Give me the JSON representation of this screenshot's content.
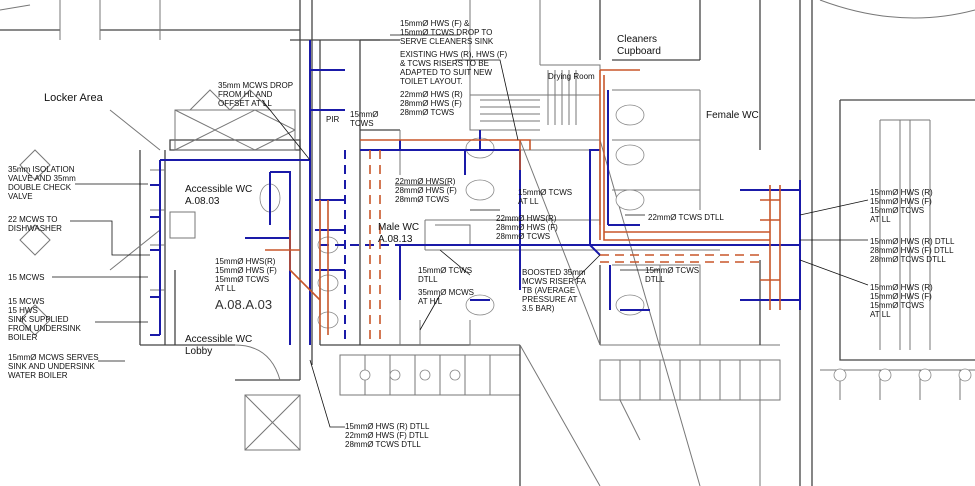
{
  "drawing": {
    "rooms": {
      "locker_area": "Locker Area",
      "accessible_wc": "Accessible WC\nA.08.03",
      "accessible_wc_lobby": "Accessible WC\nLobby",
      "male_wc": "Male WC\nA.08.13",
      "female_wc": "Female WC",
      "cleaners_cupboard": "Cleaners\nCupboard",
      "drying_room": "Drying Room",
      "room_ref": "A.08.A.03"
    },
    "notes": {
      "isolation_valve": "35mm ISOLATION\nVALVE AND 35mm\nDOUBLE CHECK\nVALVE",
      "dishwasher": "22 MCWS TO\nDISHWASHER",
      "mcws_15": "15 MCWS",
      "sink_supplied": "15 MCWS\n15 HWS\nSINK SUPPLIED\nFROM UNDERSINK\nBOILER",
      "mcws_serves": "15mmØ MCWS SERVES\nSINK AND UNDERSINK\nWATER BOILER",
      "mcws_drop": "35mm MCWS DROP\nFROM HL AND\nOFFSET AT LL",
      "pir": "PIR",
      "tcws_top": "15mmØ\nTCWS",
      "accessible_pipes": "15mmØ HWS(R)\n15mmØ HWS (F)\n15mmØ TCWS\nAT LL",
      "cleaners_drop": "15mmØ HWS (F) &\n15mmØ TCWS DROP TO\nSERVE CLEANERS SINK",
      "existing_risers": "EXISTING HWS (R), HWS (F)\n& TCWS RISERS TO BE\nADAPTED TO SUIT NEW\nTOILET LAYOUT.",
      "top_pipes": "22mmØ HWS (R)\n28mmØ HWS (F)\n28mmØ TCWS",
      "male_pipes": "22mmØ HWS(R)\n28mmØ HWS (F)\n28mmØ TCWS",
      "tcws_at_ll": "15mmØ TCWS\nAT LL",
      "corridor_pipes": "22mmØ HWS(R)\n28mmØ HWS (F)\n28mmØ TCWS",
      "tcws_dtll_male": "15mmØ TCWS\nDTLL",
      "mcws_hl": "35mmØ MCWS\nAT H/L",
      "boosted_riser": "BOOSTED 35mm\nMCWS RISER FA\nTB (AVERAGE\nPRESSURE AT\n3.5 BAR)",
      "tcws_dtll_female": "15mmØ TCWS\nDTLL",
      "tcws_22_dtll": "22mmØ TCWS DTLL",
      "right_top": "15mmØ  HWS (R)\n15mmØ HWS (F)\n15mmØ TCWS\nAT LL",
      "right_mid": "15mmØ  HWS (R) DTLL\n28mmØ HWS (F) DTLL\n28mmØ TCWS DTLL",
      "right_bottom": "15mmØ  HWS (R)\n15mmØ HWS (F)\n15mmØ TCWS\nAT LL",
      "bottom_dtll": "15mmØ HWS (R) DTLL\n22mmØ HWS (F) DTLL\n28mmØ TCWS DTLL"
    },
    "colors": {
      "mcws_tcws": "#1a1aa8",
      "hws": "#c8562a",
      "walls": "#777777"
    }
  }
}
